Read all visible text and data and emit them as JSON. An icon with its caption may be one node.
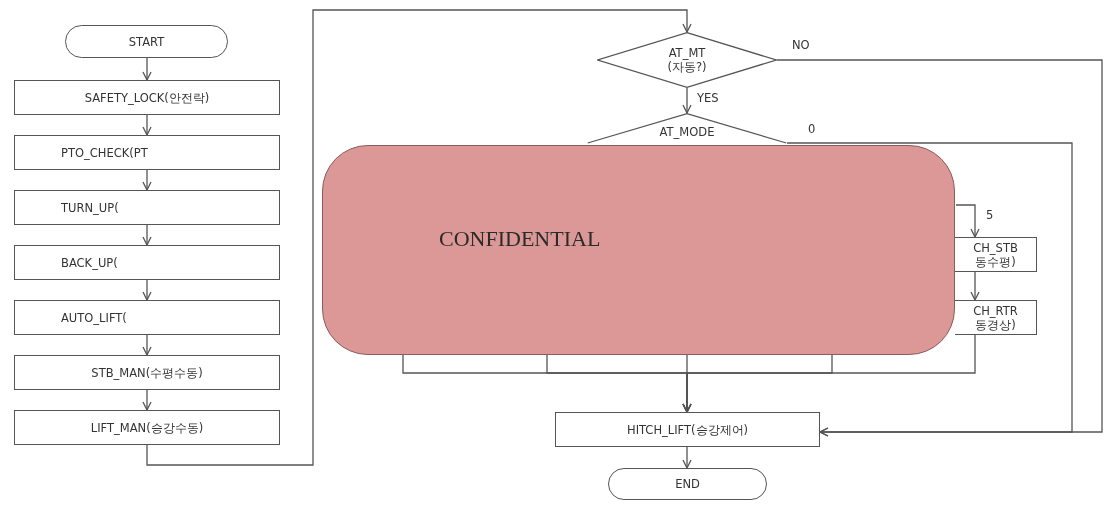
{
  "diagram": {
    "nodes": [
      {
        "text": [
          "START"
        ]
      },
      {
        "text": [
          "SAFETY_LOCK(안전락)"
        ]
      },
      {
        "text": [
          "PTO_CHECK(PT"
        ]
      },
      {
        "text": [
          "TURN_UP("
        ]
      },
      {
        "text": [
          "BACK_UP("
        ]
      },
      {
        "text": [
          "AUTO_LIFT("
        ]
      },
      {
        "text": [
          "STB_MAN(수평수동)"
        ]
      },
      {
        "text": [
          "LIFT_MAN(승강수동)"
        ]
      },
      {
        "text": [
          "AT_MT (자동?)"
        ]
      },
      {
        "text": [
          "AT_MODE"
        ]
      },
      {
        "text": [
          "CH_STB 동수평)"
        ]
      },
      {
        "text": [
          "CH_RTR 동경상)"
        ]
      },
      {
        "text": [
          "HITCH_LIFT(승강제어)"
        ]
      },
      {
        "text": [
          "END"
        ]
      },
      {
        "text": [
          "CONFIDENTIAL"
        ]
      }
    ],
    "edges": [
      {
        "from": 0,
        "to": 1,
        "arrow": "to"
      },
      {
        "from": 1,
        "to": 2,
        "arrow": "to"
      },
      {
        "from": 2,
        "to": 3,
        "arrow": "to"
      },
      {
        "from": 3,
        "to": 4,
        "arrow": "to"
      },
      {
        "from": 4,
        "to": 5,
        "arrow": "to"
      },
      {
        "from": 5,
        "to": 6,
        "arrow": "to"
      },
      {
        "from": 6,
        "to": 7,
        "arrow": "to"
      },
      {
        "from": 7,
        "to": 8,
        "arrow": "to"
      },
      {
        "from": 8,
        "to": 9,
        "arrow": "to",
        "label": "YES"
      },
      {
        "from": 8,
        "to": 12,
        "arrow": "to",
        "label": "NO"
      },
      {
        "from": 9,
        "to": 12,
        "arrow": "to",
        "label": "0"
      },
      {
        "from": 14,
        "to": 10,
        "arrow": "to",
        "label": "5"
      },
      {
        "from": 10,
        "to": 11,
        "arrow": "to"
      },
      {
        "from": 11,
        "to": 12,
        "arrow": "to"
      },
      {
        "from": 12,
        "to": 13,
        "arrow": "to"
      },
      {
        "from": 14,
        "to": 12,
        "arrow": "to"
      },
      {
        "from": 14,
        "to": 12,
        "arrow": "to"
      },
      {
        "from": 14,
        "to": 12,
        "arrow": "to"
      },
      {
        "from": 14,
        "to": 12,
        "arrow": "to"
      }
    ]
  }
}
